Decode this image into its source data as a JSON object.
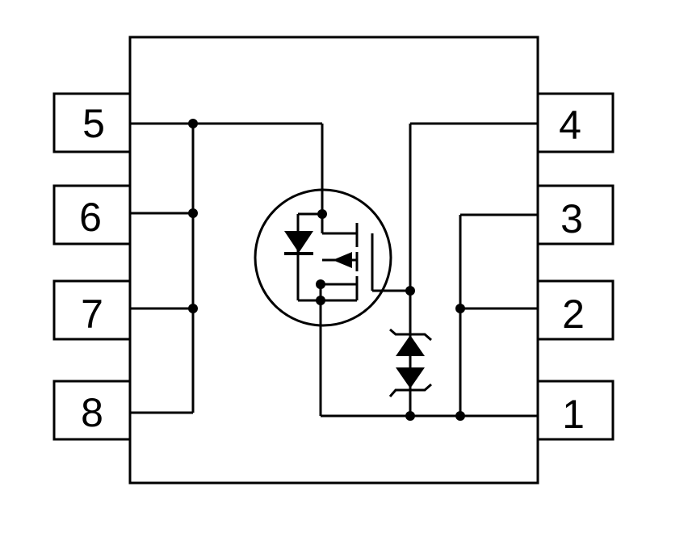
{
  "package": {
    "pins_left": [
      {
        "number": "5"
      },
      {
        "number": "6"
      },
      {
        "number": "7"
      },
      {
        "number": "8"
      }
    ],
    "pins_right": [
      {
        "number": "4"
      },
      {
        "number": "3"
      },
      {
        "number": "2"
      },
      {
        "number": "1"
      }
    ]
  },
  "colors": {
    "line": "#000000",
    "background": "#ffffff"
  },
  "icons": [
    "mosfet-icon",
    "body-diode-icon",
    "zener-diode-icon"
  ]
}
